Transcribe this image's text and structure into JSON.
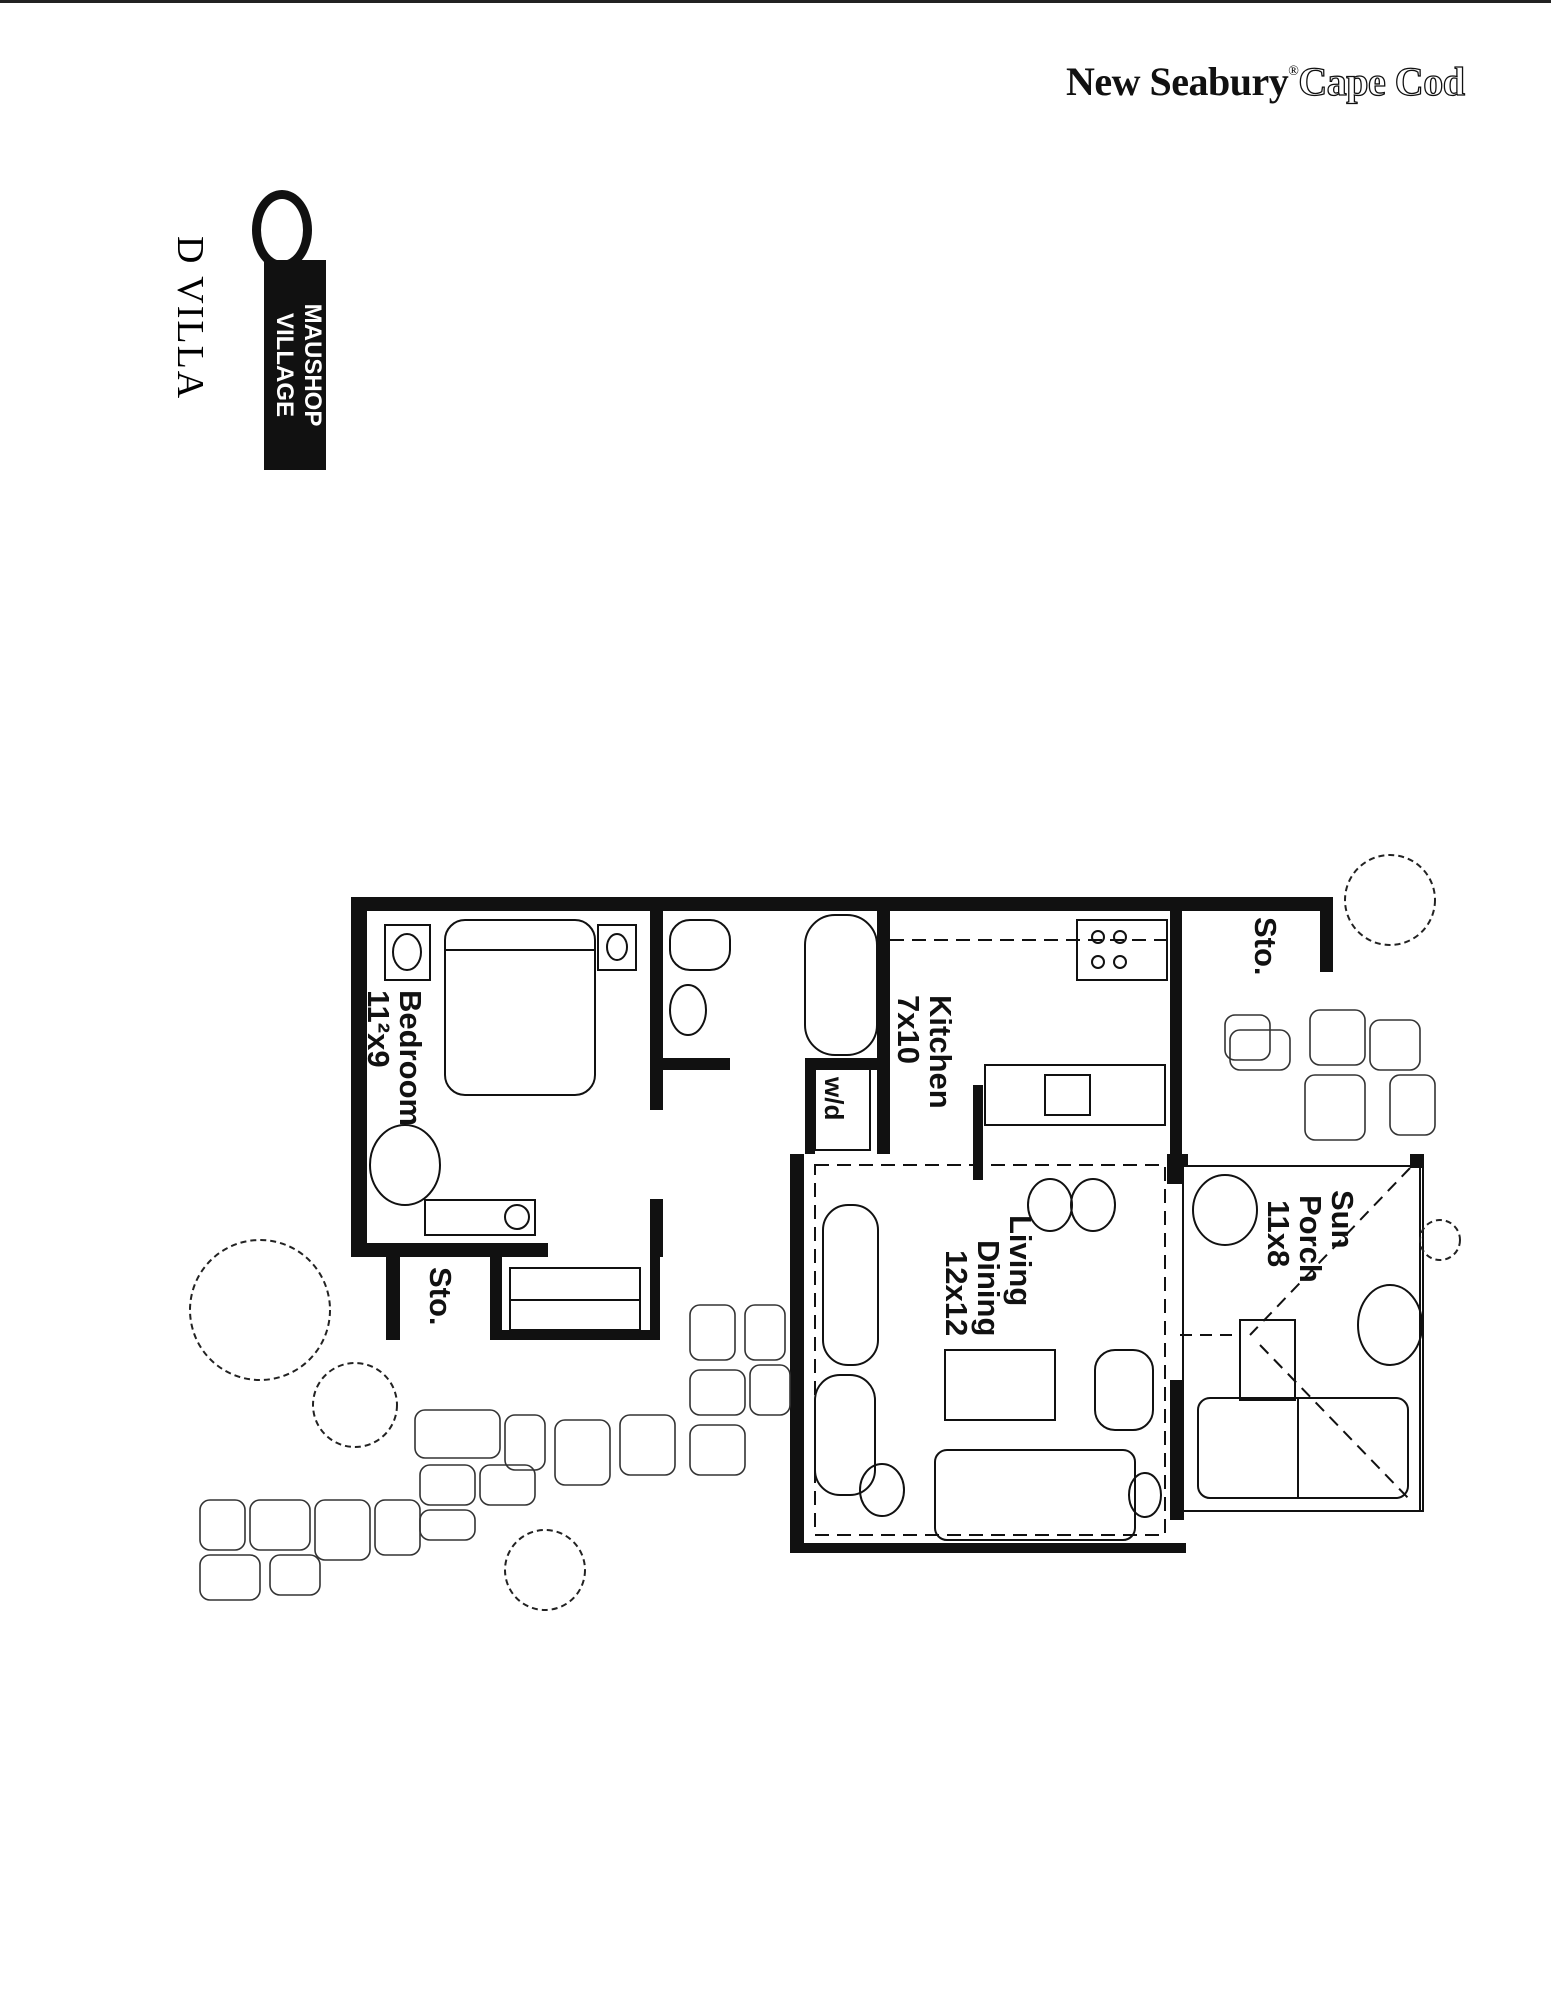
{
  "header": {
    "brand_primary": "New Seabury",
    "brand_registered": "®",
    "brand_secondary": "Cape Cod"
  },
  "logo": {
    "text_line1": "MAUSHOP",
    "text_line2": "VILLAGE"
  },
  "title": "D VILLA",
  "floor_plan": {
    "rooms": [
      {
        "name": "Bedroom",
        "size": "11²x9"
      },
      {
        "name": "Kitchen",
        "size": "7x10"
      },
      {
        "name": "Living",
        "name2": "Dining",
        "size": "12x12"
      },
      {
        "name": "Sun",
        "name2": "Porch",
        "size": "11x8"
      }
    ],
    "storage_label_1": "Sto.",
    "storage_label_2": "Sto.",
    "washer_dryer": "w/d"
  }
}
